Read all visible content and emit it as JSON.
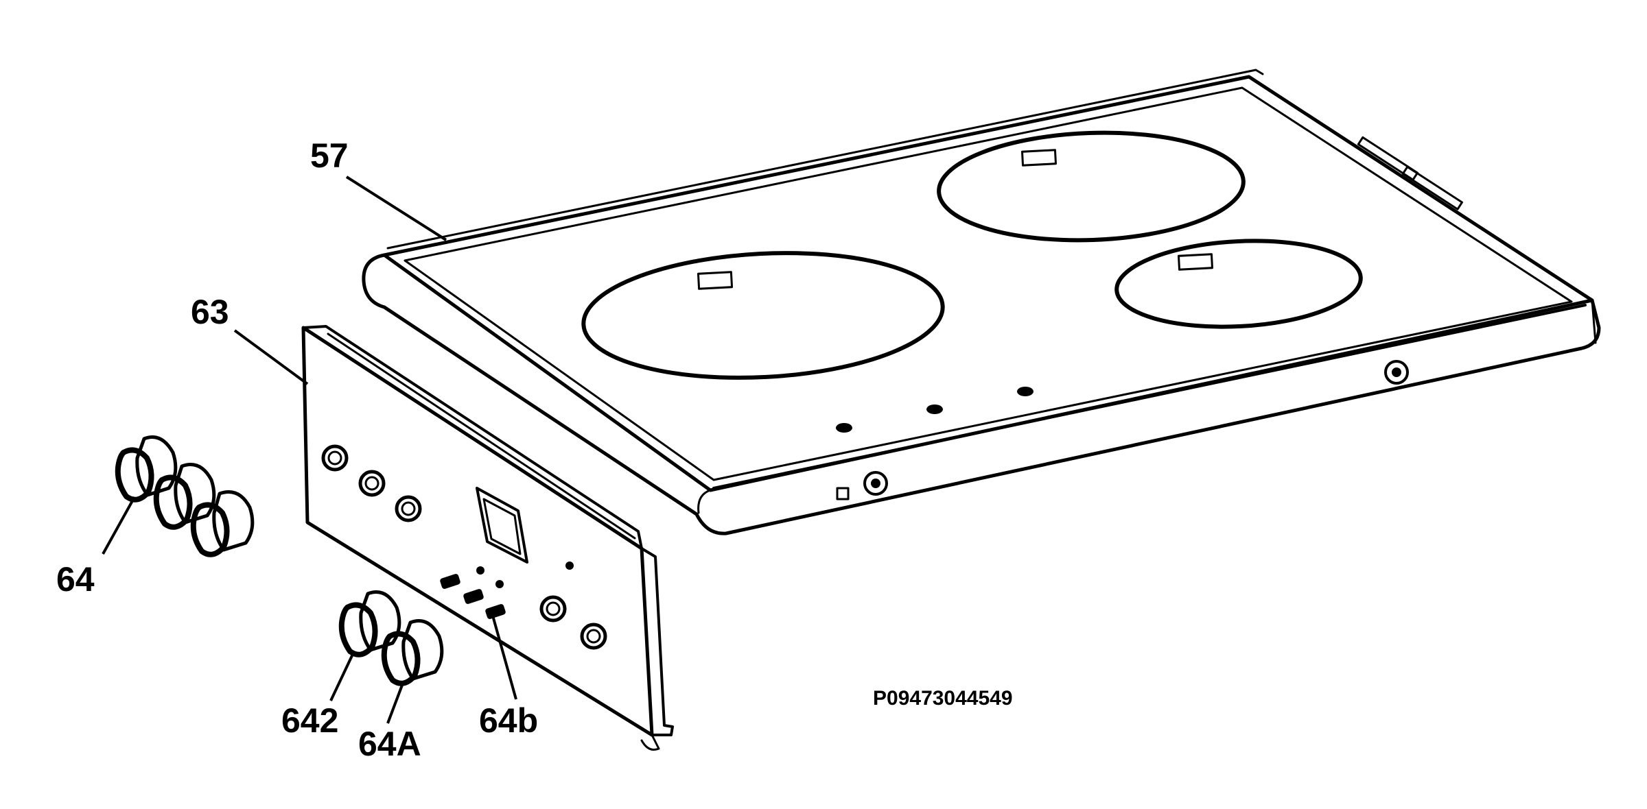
{
  "diagram": {
    "part_labels": {
      "hob": "57",
      "control_panel": "63",
      "knobs_left": "64",
      "knob_642": "642",
      "knob_64A": "64A",
      "buttons": "64b"
    },
    "reference_code": "P09473044549",
    "colors": {
      "line": "#000000",
      "background": "#ffffff"
    }
  }
}
